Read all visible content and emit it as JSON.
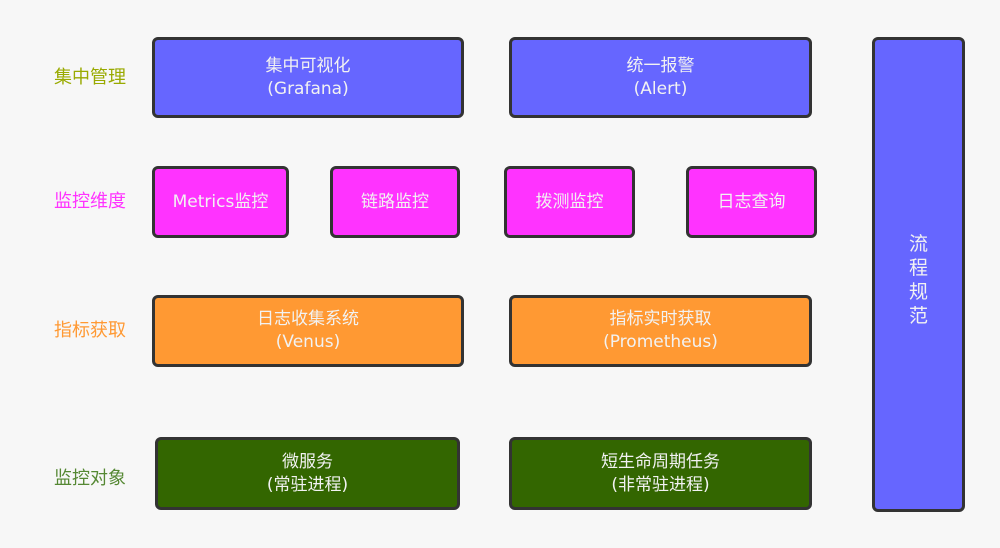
{
  "rows": [
    {
      "label": "集中管理",
      "label_color": "#99aa00",
      "boxes": [
        {
          "line1": "集中可视化",
          "line2": "(Grafana)"
        },
        {
          "line1": "统一报警",
          "line2": "(Alert)"
        }
      ]
    },
    {
      "label": "监控维度",
      "label_color": "#ff33ff",
      "boxes": [
        {
          "line1": "Metrics监控"
        },
        {
          "line1": "链路监控"
        },
        {
          "line1": "拨测监控"
        },
        {
          "line1": "日志查询"
        }
      ]
    },
    {
      "label": "指标获取",
      "label_color": "#ff9933",
      "boxes": [
        {
          "line1": "日志收集系统",
          "line2": "(Venus)"
        },
        {
          "line1": "指标实时获取",
          "line2": "(Prometheus)"
        }
      ]
    },
    {
      "label": "监控对象",
      "label_color": "#558833",
      "boxes": [
        {
          "line1": "微服务",
          "line2": "(常驻进程)"
        },
        {
          "line1": "短生命周期任务",
          "line2": "(非常驻进程)"
        }
      ]
    }
  ],
  "side_box": {
    "chars": [
      "流",
      "程",
      "规",
      "范"
    ]
  },
  "colors": {
    "management": "#6666ff",
    "dimension": "#ff33ff",
    "acquisition": "#ff9933",
    "target": "#336600",
    "border": "#333333",
    "background": "#f7f7f7"
  }
}
